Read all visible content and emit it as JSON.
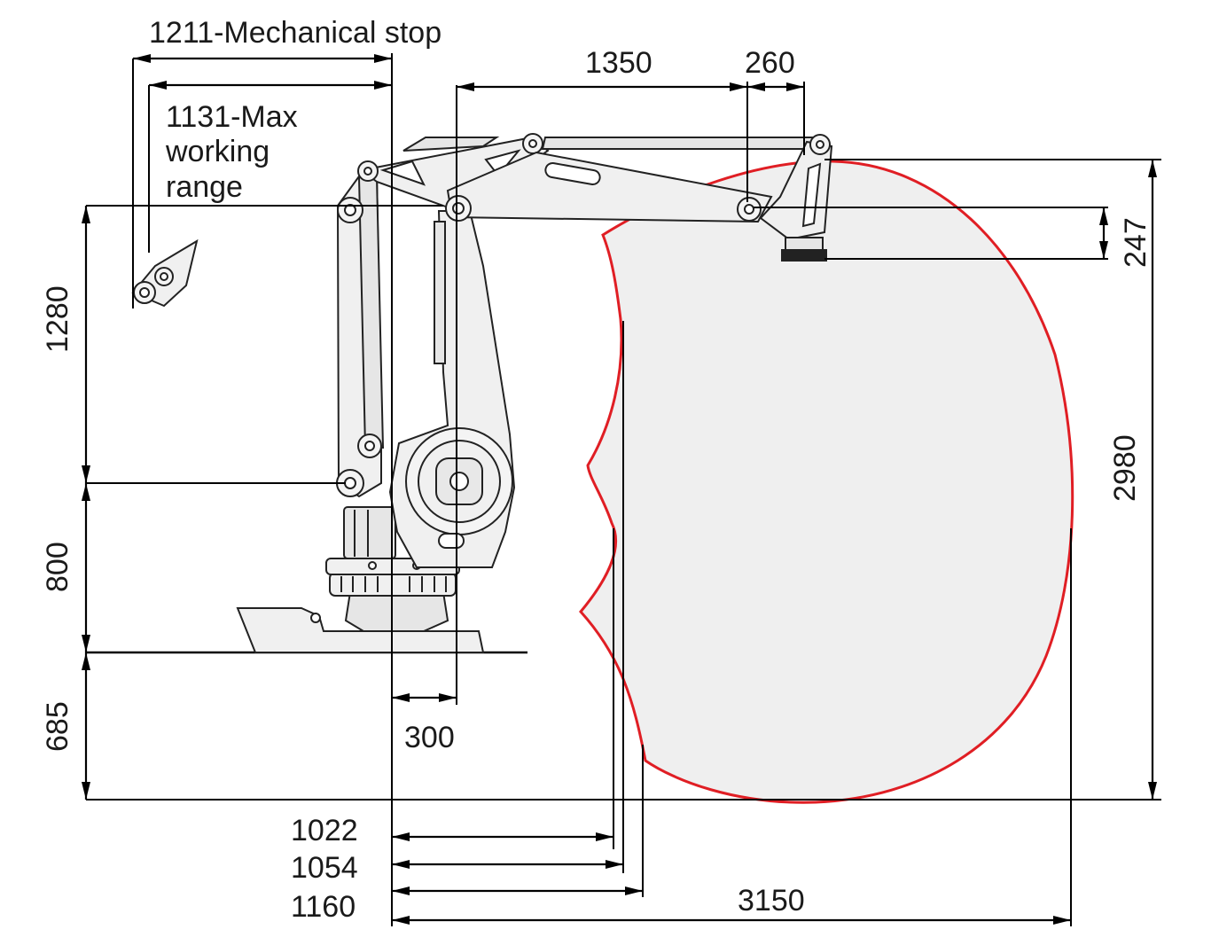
{
  "labels": {
    "mechanical_stop": "1211-Mechanical stop",
    "max_working_line1": "1131-Max",
    "max_working_line2": "working",
    "max_working_line3": "range",
    "d1350": "1350",
    "d260": "260",
    "d247": "247",
    "d2980": "2980",
    "d1280": "1280",
    "d800": "800",
    "d685": "685",
    "d300": "300",
    "d1022": "1022",
    "d1054": "1054",
    "d1160": "1160",
    "d3150": "3150"
  },
  "colors": {
    "envelope_stroke": "#e01e24",
    "envelope_fill": "#efefef",
    "dimension_lines": "#000000"
  }
}
